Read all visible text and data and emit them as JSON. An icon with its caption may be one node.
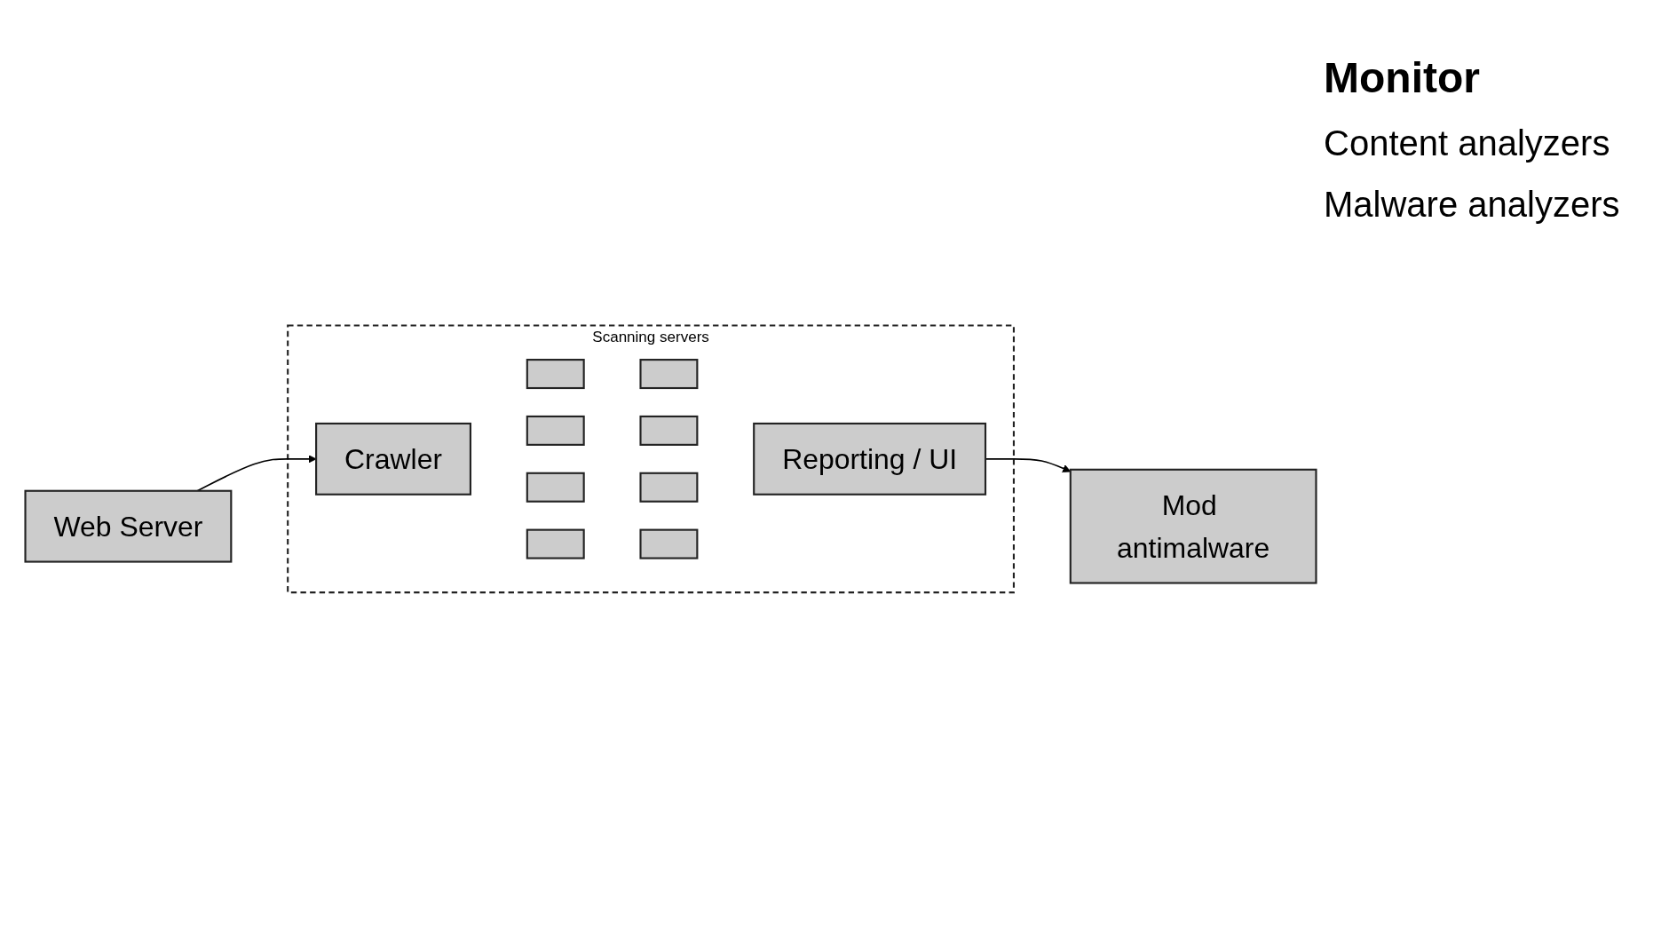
{
  "diagram": {
    "nodes": [
      {
        "text": [
          "Scanning servers"
        ]
      },
      {
        "text": [
          "Crawler"
        ],
        "in": 0
      },
      {
        "text": [],
        "shape": "box",
        "in": 0
      },
      {
        "text": [],
        "shape": "box",
        "in": 0
      },
      {
        "text": [],
        "shape": "box",
        "in": 0
      },
      {
        "text": [],
        "shape": "box",
        "in": 0
      },
      {
        "text": [],
        "shape": "box",
        "in": 0
      },
      {
        "text": [],
        "shape": "box",
        "in": 0
      },
      {
        "text": [],
        "shape": "box",
        "in": 0
      },
      {
        "text": [],
        "shape": "box",
        "in": 0
      },
      {
        "text": [
          "Reporting / UI"
        ],
        "in": 0
      },
      {
        "text": [
          "Web Server"
        ]
      },
      {
        "text": [
          "Mod antimalware"
        ]
      }
    ],
    "edges": [
      {
        "from": 11,
        "to": 1,
        "arrow": "to"
      },
      {
        "from": 10,
        "to": 12,
        "arrow": "to"
      }
    ],
    "labels": [
      "Monitor",
      "Content analyzers",
      "Malware analyzers"
    ]
  }
}
